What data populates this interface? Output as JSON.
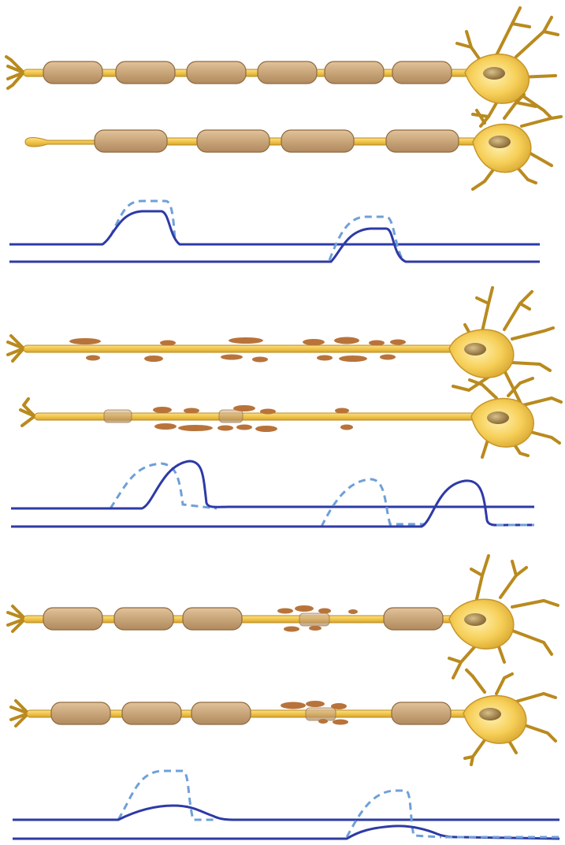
{
  "colors": {
    "background": "#ffffff",
    "axon_fill": "#f2c54a",
    "axon_stroke": "#b98a1e",
    "soma_fill": "#f6cf58",
    "nucleus_fill": "#9c7a3a",
    "myelin_fill": "#c9a57a",
    "myelin_stroke": "#8f6a3f",
    "myelin_debris": "#b8733a",
    "signal_solid": "#2e3aa6",
    "signal_dashed": "#6ea0d8"
  },
  "panels": [
    {
      "id": "panel-normal",
      "neurons": [
        "myelinated-full",
        "myelinated-tapered"
      ],
      "signal": "normal-conduction"
    },
    {
      "id": "panel-demyelinated",
      "neurons": [
        "demyelinated-debris",
        "demyelinated-partial"
      ],
      "signal": "delayed-conduction"
    },
    {
      "id": "panel-focal",
      "neurons": [
        "focal-lesion-a",
        "focal-lesion-b"
      ],
      "signal": "attenuated-conduction"
    }
  ],
  "icons": [
    "neuron-cell-body-icon",
    "dendrite-icon",
    "axon-terminal-icon",
    "myelin-sheath-icon",
    "action-potential-trace-icon"
  ]
}
